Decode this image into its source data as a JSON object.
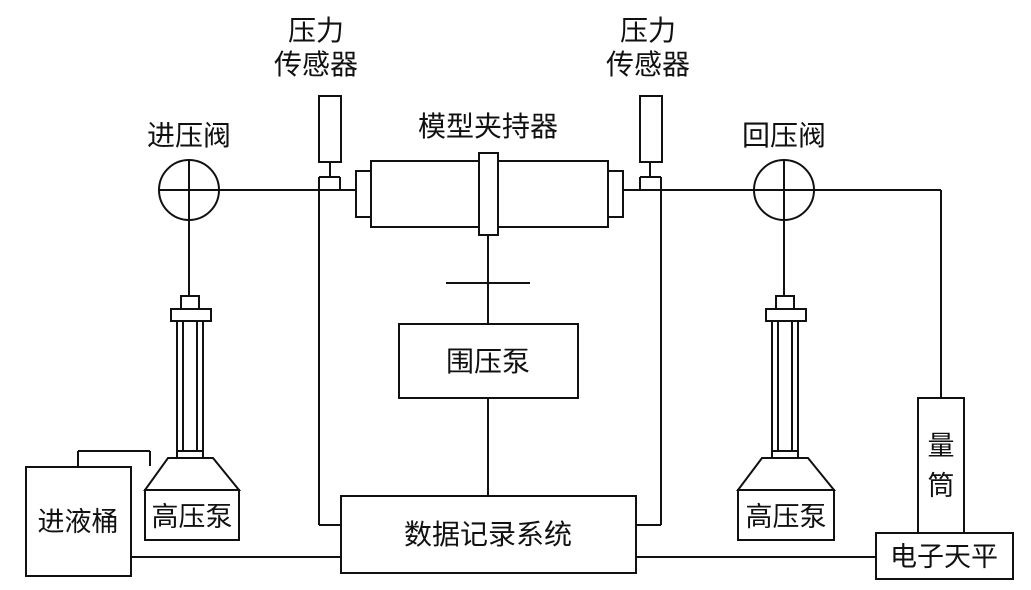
{
  "labels": {
    "inlet_valve": "进压阀",
    "outlet_valve": "回压阀",
    "sensor_left_l1": "压力",
    "sensor_left_l2": "传感器",
    "sensor_right_l1": "压力",
    "sensor_right_l2": "传感器",
    "core_holder": "模型夹持器",
    "confining_pump": "围压泵",
    "hp_pump_left": "高压泵",
    "hp_pump_right": "高压泵",
    "inlet_tank": "进液桶",
    "data_system": "数据记录系统",
    "cylinder_l1": "量",
    "cylinder_l2": "筒",
    "balance": "电子天平"
  }
}
